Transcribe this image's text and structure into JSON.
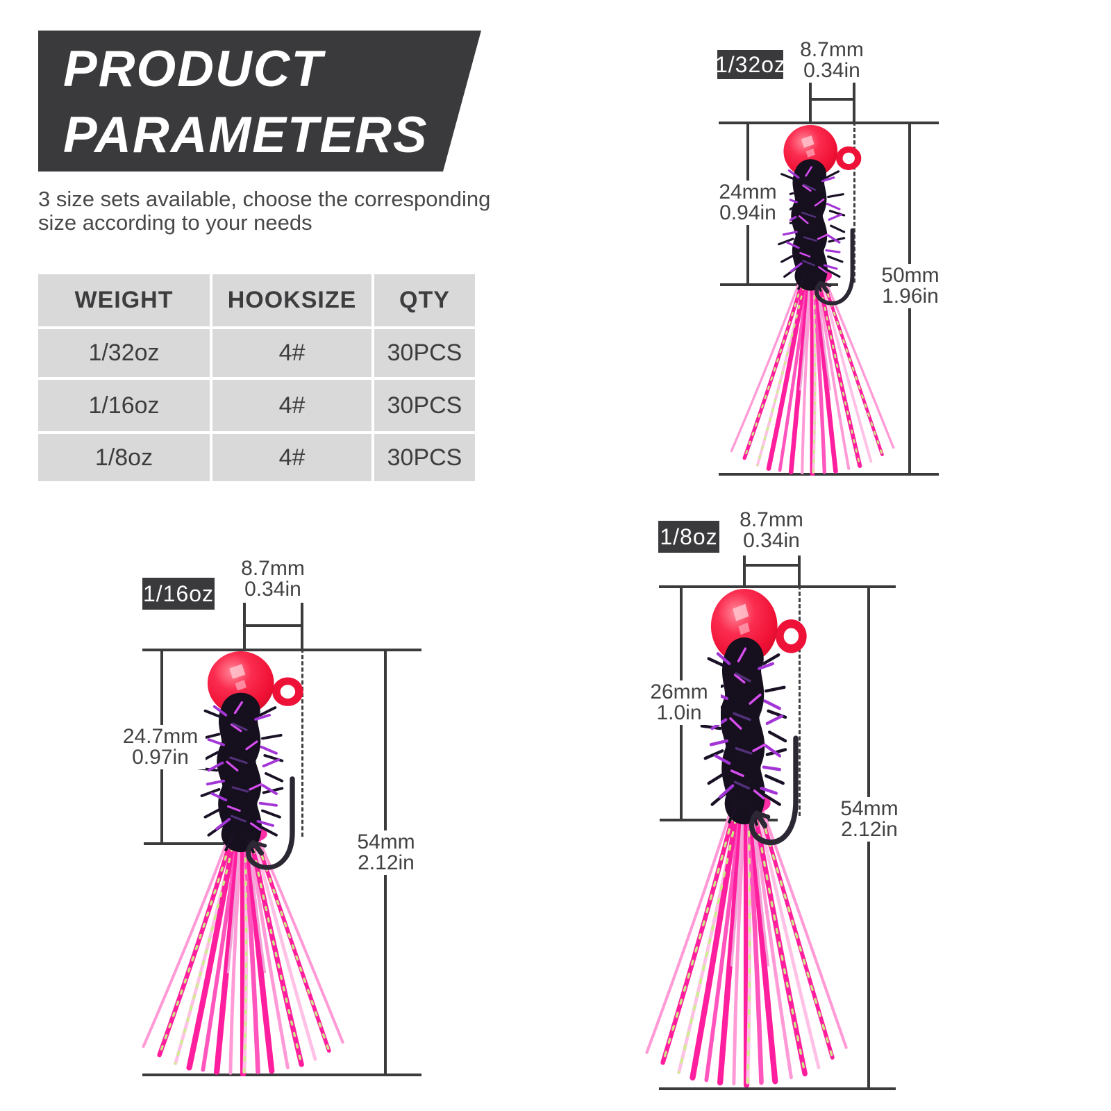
{
  "header": {
    "title_line1": "PRODUCT",
    "title_line2": "PARAMETERS",
    "subtitle_line1": "3 size sets available, choose the corresponding",
    "subtitle_line2": "size according to your needs",
    "banner_color": "#3a3a3c"
  },
  "table": {
    "headers": [
      "WEIGHT",
      "HOOKSIZE",
      "QTY"
    ],
    "rows": [
      [
        "1/32oz",
        "4#",
        "30PCS"
      ],
      [
        "1/16oz",
        "4#",
        "30PCS"
      ],
      [
        "1/8oz",
        "4#",
        "30PCS"
      ]
    ]
  },
  "diagrams": [
    {
      "label": "1/32oz",
      "head_width_mm": "8.7mm",
      "head_width_in": "0.34in",
      "body_length_mm": "24mm",
      "body_length_in": "0.94in",
      "total_length_mm": "50mm",
      "total_length_in": "1.96in"
    },
    {
      "label": "1/16oz",
      "head_width_mm": "8.7mm",
      "head_width_in": "0.34in",
      "body_length_mm": "24.7mm",
      "body_length_in": "0.97in",
      "total_length_mm": "54mm",
      "total_length_in": "2.12in"
    },
    {
      "label": "1/8oz",
      "head_width_mm": "8.7mm",
      "head_width_in": "0.34in",
      "body_length_mm": "26mm",
      "body_length_in": "1.0in",
      "total_length_mm": "54mm",
      "total_length_in": "2.12in"
    }
  ],
  "colors": {
    "accent_dark": "#3a3a3c",
    "table_cell_gray": "#d9d9d9",
    "jig_head_red": "#ef1034",
    "skirt_pink": "#ff1f9e",
    "tinsel_purple": "#a335d6",
    "dimension_line": "#3b3b3d"
  }
}
